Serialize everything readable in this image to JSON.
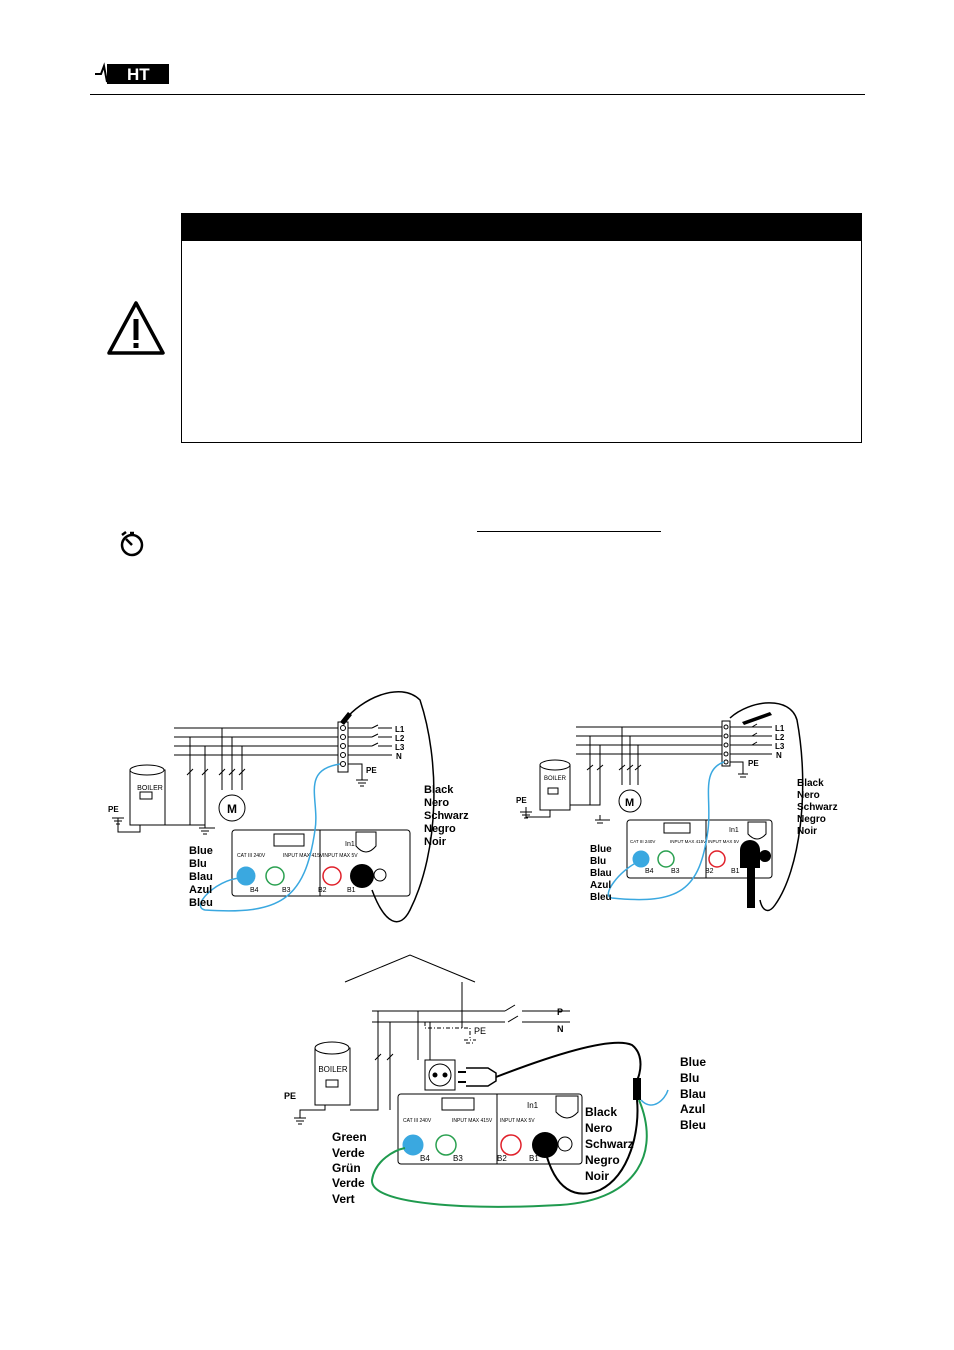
{
  "header": {
    "logo_text": "HT"
  },
  "diagram1": {
    "lines": [
      "L1",
      "L2",
      "L3",
      "N"
    ],
    "pe": "PE",
    "pe_left": "PE",
    "boiler": "BOILER",
    "motor": "M",
    "black_labels": [
      "Black",
      "Nero",
      "Schwarz",
      "Negro",
      "Noir"
    ],
    "blue_labels": [
      "Blue",
      "Blu",
      "Blau",
      "Azul",
      "Bleu"
    ],
    "panel": {
      "cat": "CAT III 240V",
      "input1": "INPUT MAX 415V",
      "input2": "INPUT MAX 5V",
      "in1": "In1",
      "terminals": [
        "B4",
        "B3",
        "B2",
        "B1"
      ]
    }
  },
  "diagram2": {
    "lines": [
      "L1",
      "L2",
      "L3",
      "N"
    ],
    "pe": "PE",
    "pe_left": "PE",
    "boiler": "BOILER",
    "motor": "M",
    "black_labels": [
      "Black",
      "Nero",
      "Schwarz",
      "Negro",
      "Noir"
    ],
    "blue_labels": [
      "Blue",
      "Blu",
      "Blau",
      "Azul",
      "Bleu"
    ],
    "panel": {
      "cat": "CAT III 240V",
      "input1": "INPUT MAX 415V",
      "input2": "INPUT MAX 5V",
      "in1": "In1",
      "terminals": [
        "B4",
        "B3",
        "B2",
        "B1"
      ]
    }
  },
  "diagram3": {
    "lines": [
      "P",
      "N"
    ],
    "pe": "PE",
    "pe_left": "PE",
    "boiler": "BOILER",
    "green_labels": [
      "Green",
      "Verde",
      "Grün",
      "Verde",
      "Vert"
    ],
    "black_labels": [
      "Black",
      "Nero",
      "Schwarz",
      "Negro",
      "Noir"
    ],
    "blue_labels": [
      "Blue",
      "Blu",
      "Blau",
      "Azul",
      "Bleu"
    ],
    "panel": {
      "cat": "CAT III 240V",
      "input1": "INPUT MAX 415V",
      "input2": "INPUT MAX 5V",
      "in1": "In1",
      "terminals": [
        "B4",
        "B3",
        "B2",
        "B1"
      ]
    }
  },
  "colors": {
    "blue_lead": "#3aa8e0",
    "green_lead": "#1f9a4e",
    "black_lead": "#000000",
    "terminal_red": "#e0202a",
    "terminal_green": "#2aa050"
  }
}
